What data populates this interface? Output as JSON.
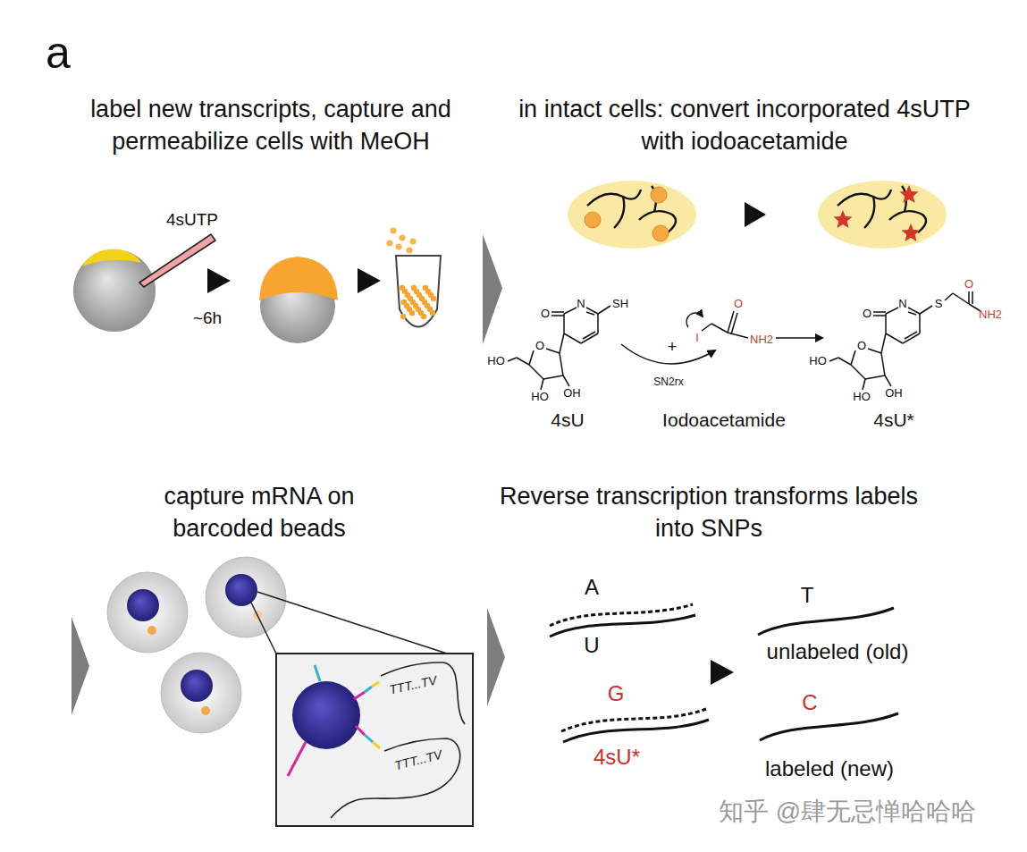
{
  "diagram": {
    "nodes": [
      {
        "text": [
          "TTT...TV",
          "TTT...TV"
        ]
      }
    ],
    "labels": [
      "a",
      "label new transcripts, capture and permeabilize cells with MeOH",
      "4sUTP",
      "~6h",
      "in intact cells: convert incorporated 4sUTP with iodoacetamide",
      "O",
      "N",
      "SH",
      "HO",
      "O",
      "HO",
      "OH",
      "4sU",
      "+",
      "I",
      "O",
      "NH2",
      "SN2rx",
      "Iodoacetamide",
      "O",
      "N",
      "S",
      "O",
      "NH2",
      "HO",
      "O",
      "HO",
      "OH",
      "4sU*",
      "capture mRNA on barcoded beads",
      "Reverse transcription transforms labels into SNPs",
      "A",
      "U",
      "G",
      "4sU*",
      "T",
      "unlabeled (old)",
      "C",
      "labeled (new)",
      "知乎 @肆无忌惮哈哈哈"
    ]
  }
}
